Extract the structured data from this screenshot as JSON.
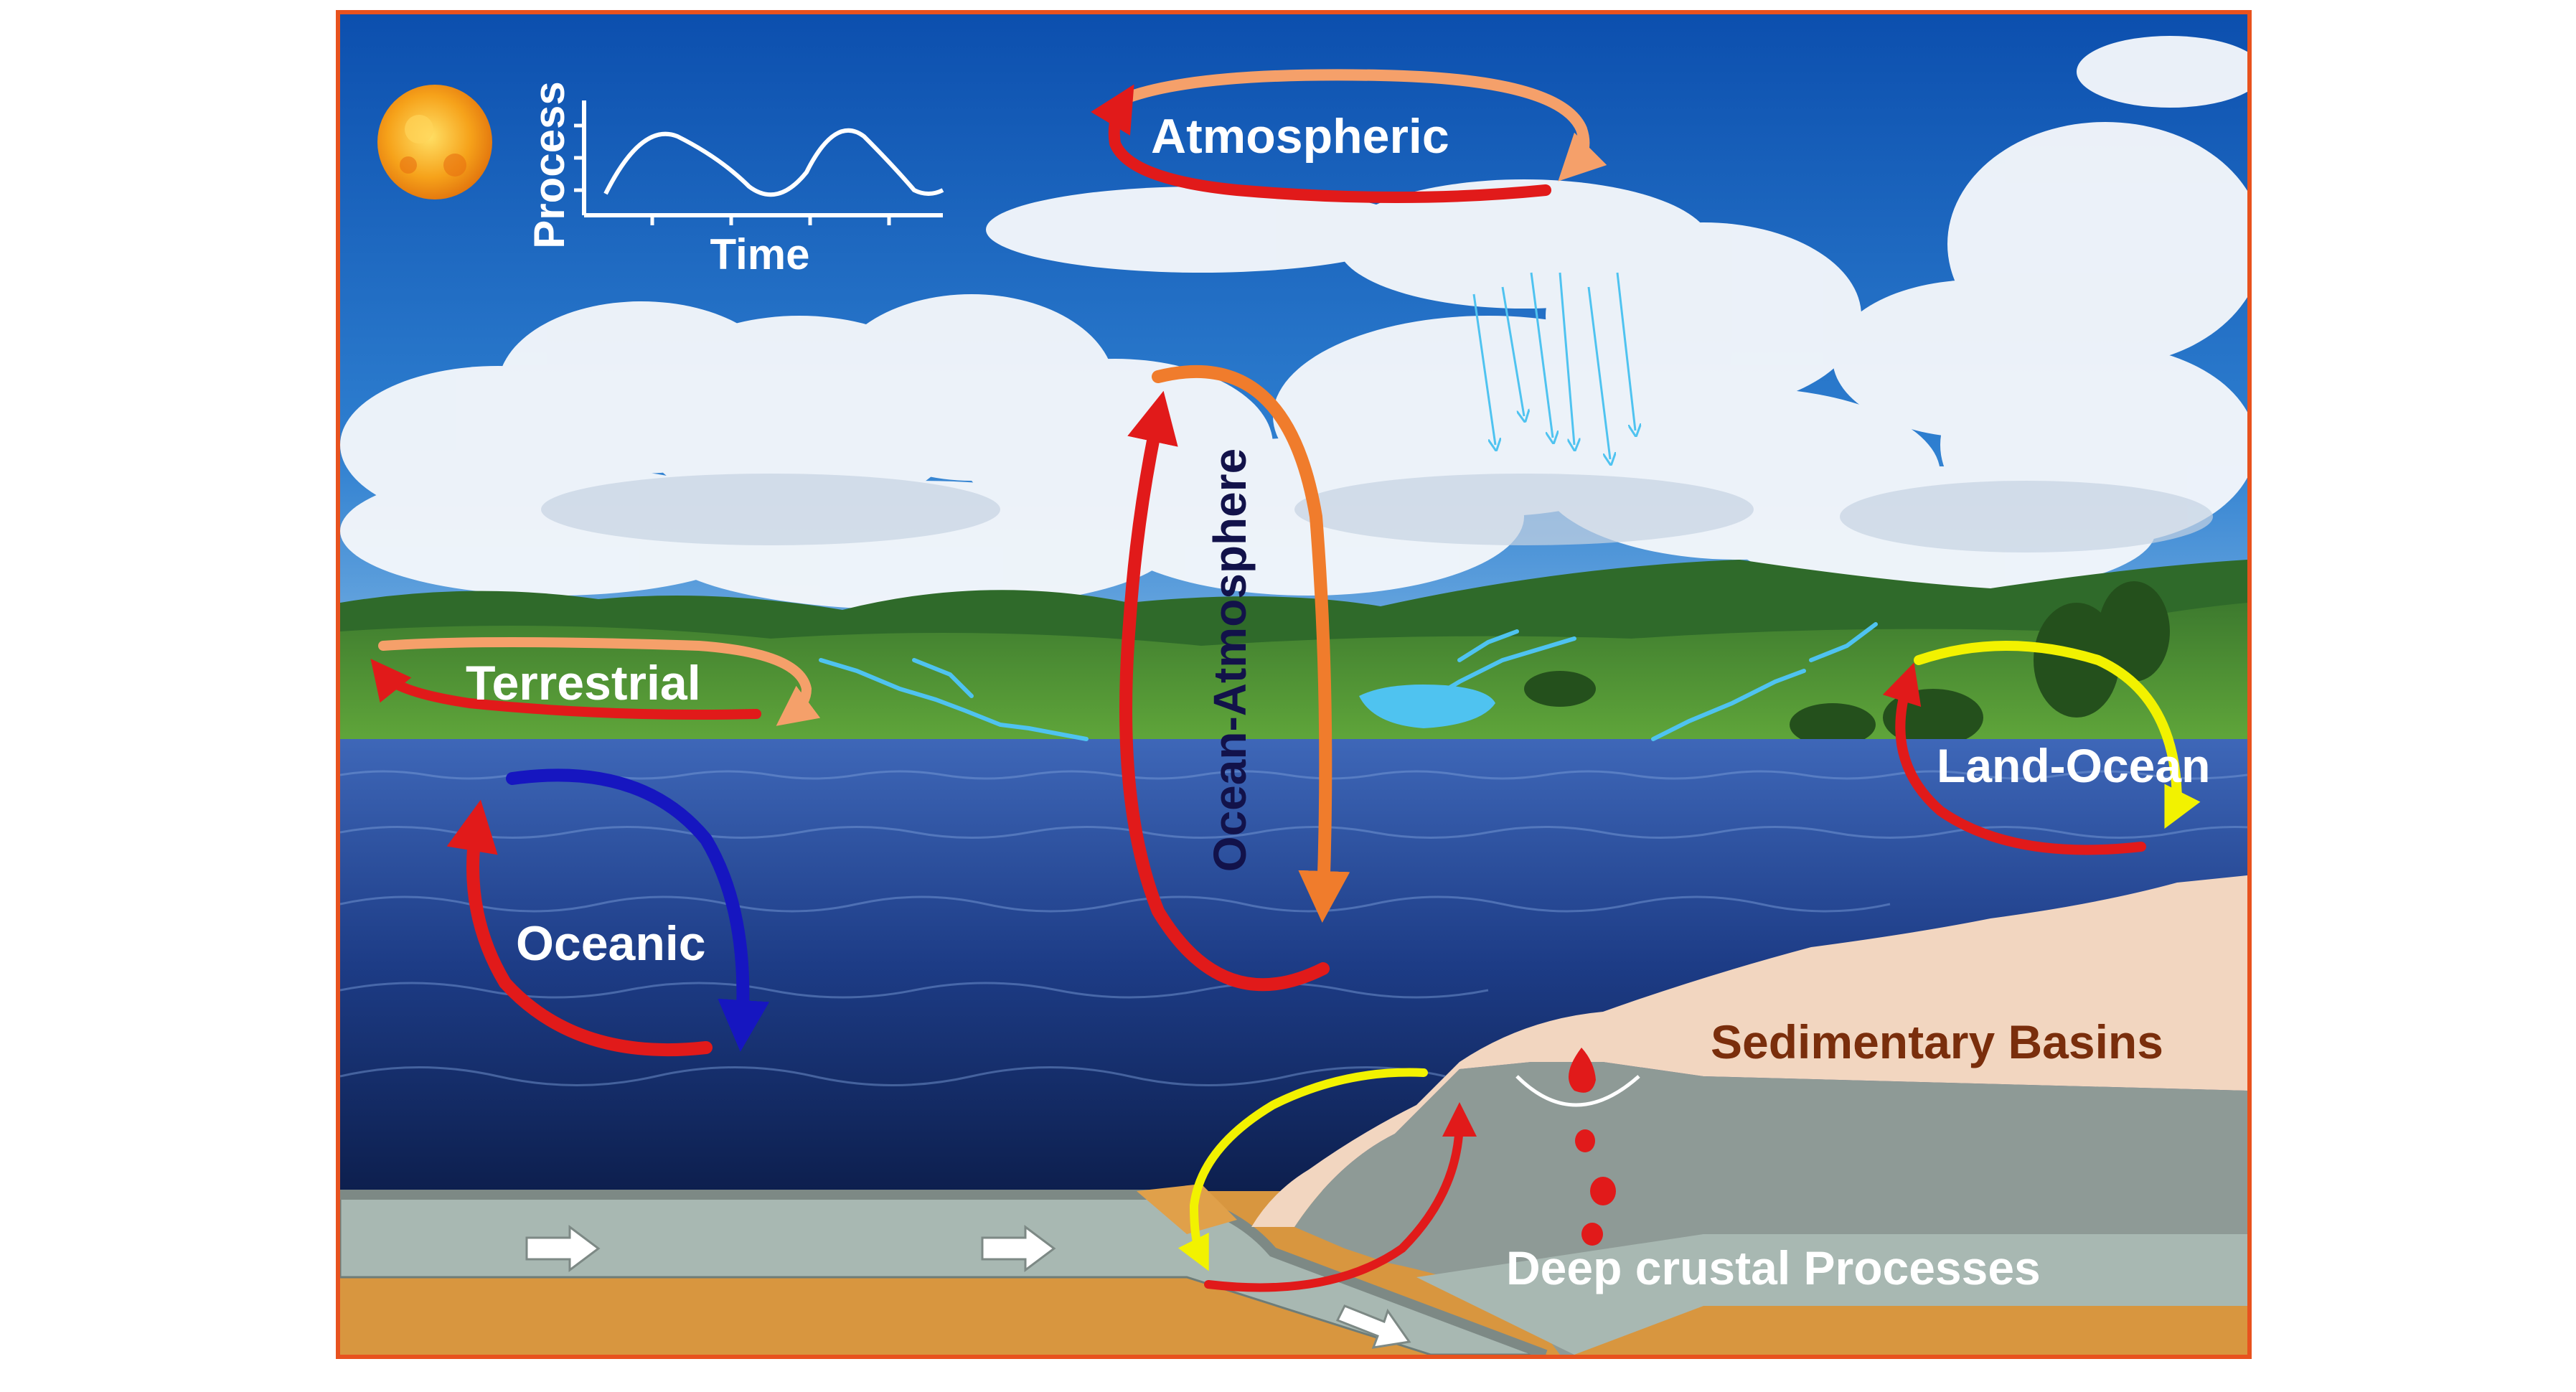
{
  "labels": {
    "atmospheric": "Atmospheric",
    "terrestrial": "Terrestrial",
    "oceanic": "Oceanic",
    "ocean_atmosphere": "Ocean-Atmosphere",
    "land_ocean": "Land-Ocean",
    "sedimentary_basins": "Sedimentary Basins",
    "deep_crustal": "Deep crustal Processes"
  },
  "inset_plot": {
    "ylabel": "Process",
    "xlabel": "Time"
  },
  "colors": {
    "frame": "#e8521e",
    "red_arrow": "#e11a1a",
    "orange_arrow": "#f07c2c",
    "light_orange_arrow": "#f5a06a",
    "blue_arrow": "#1616c0",
    "yellow_arrow": "#f2f200",
    "river": "#4fc3f0",
    "sky_top": "#0f58b6",
    "sea": "#1d3c86",
    "sediment": "#f2d6c0",
    "crust": "#8e9a96",
    "mantle": "#d8963f",
    "sediment_label": "#7a2e0c",
    "ocean_atmosphere_label": "#12124a"
  }
}
